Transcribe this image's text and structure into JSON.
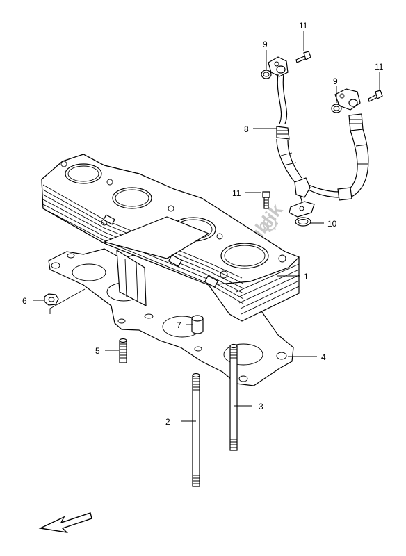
{
  "callouts": [
    {
      "id": "c1",
      "label": "1"
    },
    {
      "id": "c2",
      "label": "2"
    },
    {
      "id": "c3",
      "label": "3"
    },
    {
      "id": "c4",
      "label": "4"
    },
    {
      "id": "c5",
      "label": "5"
    },
    {
      "id": "c6",
      "label": "6"
    },
    {
      "id": "c7",
      "label": "7"
    },
    {
      "id": "c8",
      "label": "8"
    },
    {
      "id": "c9a",
      "label": "9"
    },
    {
      "id": "c9b",
      "label": "9"
    },
    {
      "id": "c10",
      "label": "10"
    },
    {
      "id": "c11a",
      "label": "11"
    },
    {
      "id": "c11b",
      "label": "11"
    },
    {
      "id": "c11c",
      "label": "11"
    }
  ],
  "watermark": {
    "text": "PartsRepublik"
  },
  "icons": {
    "direction": "front-arrow-icon",
    "watermark_gear": "gear-icon"
  }
}
